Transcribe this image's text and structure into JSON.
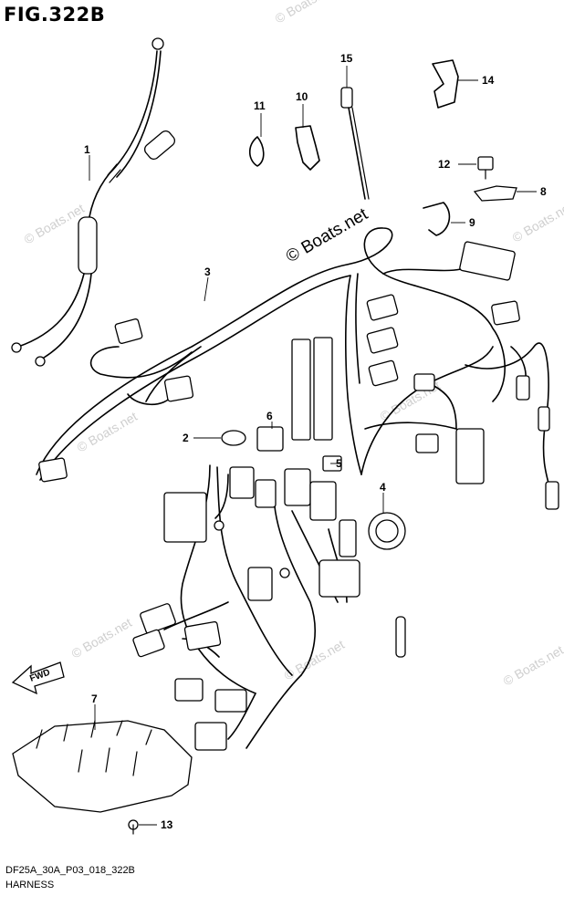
{
  "figure": {
    "title": "FIG.322B",
    "code": "DF25A_30A_P03_018_322B",
    "caption": "HARNESS"
  },
  "watermark": {
    "main": "© Boats.net",
    "repeat": "© Boats.net"
  },
  "fwd_label": "FWD",
  "callouts": [
    "1",
    "2",
    "3",
    "4",
    "5",
    "6",
    "7",
    "8",
    "9",
    "10",
    "11",
    "12",
    "13",
    "14",
    "15"
  ],
  "colors": {
    "ink": "#000000",
    "watermark": "#cfcfcf",
    "background": "#ffffff"
  }
}
